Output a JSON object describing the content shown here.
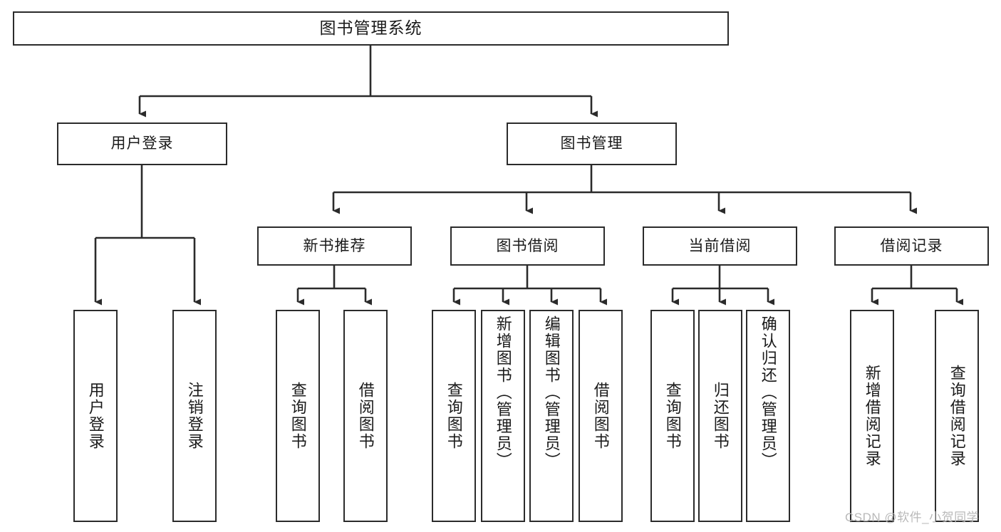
{
  "diagram": {
    "title": "图书管理系统",
    "type": "tree",
    "orientation": "top-down",
    "watermark": "CSDN @软件_小贺同学",
    "style": {
      "box_border_color": "#2b2b2b",
      "box_fill_color": "#ffffff",
      "connector_color": "#2b2b2b",
      "text_color": "#1a1a1a",
      "background_color": "#ffffff",
      "watermark_color": "#b9b9b9"
    },
    "root": {
      "id": "root",
      "label": "图书管理系统"
    },
    "level2": [
      {
        "id": "user-login",
        "label": "用户登录"
      },
      {
        "id": "book-management",
        "label": "图书管理"
      }
    ],
    "level3": [
      {
        "id": "new-book-recommend",
        "label": "新书推荐",
        "parent": "book-management"
      },
      {
        "id": "book-borrow",
        "label": "图书借阅",
        "parent": "book-management"
      },
      {
        "id": "current-borrow",
        "label": "当前借阅",
        "parent": "book-management"
      },
      {
        "id": "borrow-record",
        "label": "借阅记录",
        "parent": "book-management"
      }
    ],
    "leaves": [
      {
        "id": "leaf-user-login",
        "label": "用户登录",
        "parent": "user-login"
      },
      {
        "id": "leaf-user-logout",
        "label": "注销登录",
        "parent": "user-login"
      },
      {
        "id": "leaf-recommend-query-book",
        "label": "查询图书",
        "parent": "new-book-recommend"
      },
      {
        "id": "leaf-recommend-borrow-book",
        "label": "借阅图书",
        "parent": "new-book-recommend"
      },
      {
        "id": "leaf-borrow-query-book",
        "label": "查询图书",
        "parent": "book-borrow"
      },
      {
        "id": "leaf-borrow-add-book",
        "label": "新增图书（管理员）",
        "parent": "book-borrow"
      },
      {
        "id": "leaf-borrow-edit-book",
        "label": "编辑图书（管理员）",
        "parent": "book-borrow"
      },
      {
        "id": "leaf-borrow-borrow-book",
        "label": "借阅图书",
        "parent": "book-borrow"
      },
      {
        "id": "leaf-current-query-book",
        "label": "查询图书",
        "parent": "current-borrow"
      },
      {
        "id": "leaf-current-return-book",
        "label": "归还图书",
        "parent": "current-borrow"
      },
      {
        "id": "leaf-current-confirm-return",
        "label": "确认归还（管理员）",
        "parent": "current-borrow"
      },
      {
        "id": "leaf-record-add",
        "label": "新增借阅记录",
        "parent": "borrow-record"
      },
      {
        "id": "leaf-record-query",
        "label": "查询借阅记录",
        "parent": "borrow-record"
      }
    ]
  }
}
